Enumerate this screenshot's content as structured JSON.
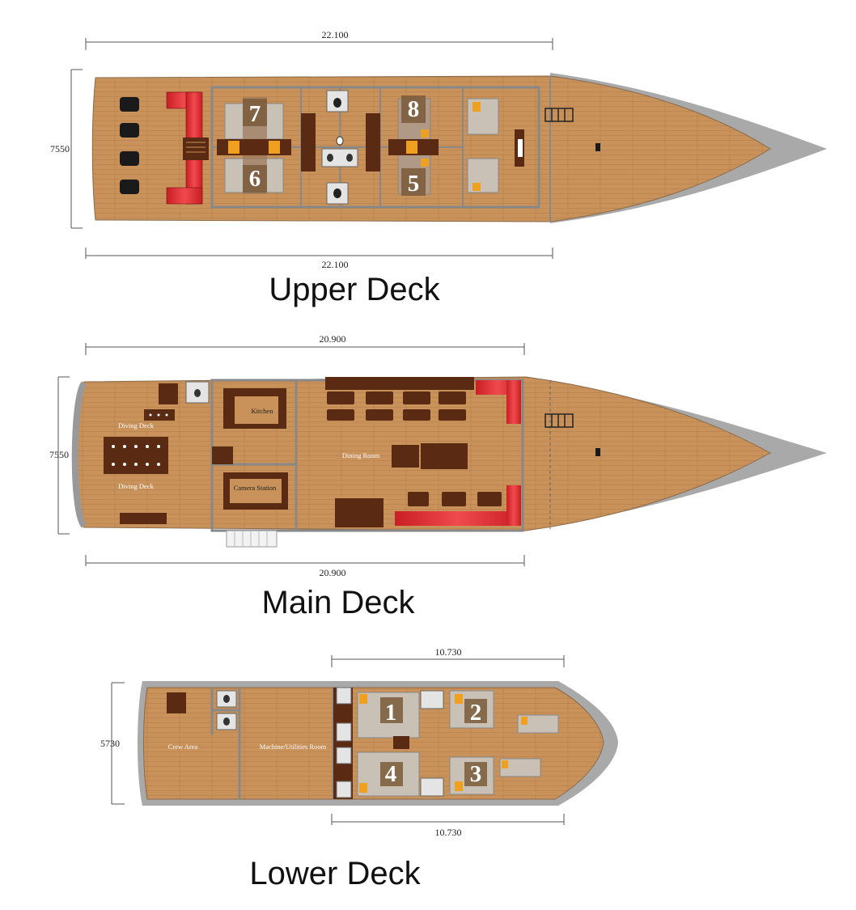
{
  "upper_deck": {
    "title": "Upper Deck",
    "length_top": "22.100",
    "length_bottom": "22.100",
    "beam": "7550",
    "cabins": [
      "7",
      "6",
      "8",
      "5"
    ]
  },
  "main_deck": {
    "title": "Main Deck",
    "length_top": "20.900",
    "length_bottom": "20.900",
    "beam": "7550",
    "rooms": {
      "kitchen": "Kitchen",
      "dining": "Dining Room",
      "camera": "Camera Station",
      "diving_top": "Diving Deck",
      "diving_bottom": "Diving Deck"
    }
  },
  "lower_deck": {
    "title": "Lower Deck",
    "length_top": "10.730",
    "length_bottom": "10.730",
    "beam": "5730",
    "rooms": {
      "crew": "Crew Area",
      "machine": "Machine/Utilities Room"
    },
    "cabins": [
      "1",
      "2",
      "4",
      "3"
    ]
  },
  "colors": {
    "wood": "#c8925a",
    "hull": "#a9a9a9",
    "dark_wood": "#5a2a12",
    "red": "#d8242a"
  }
}
